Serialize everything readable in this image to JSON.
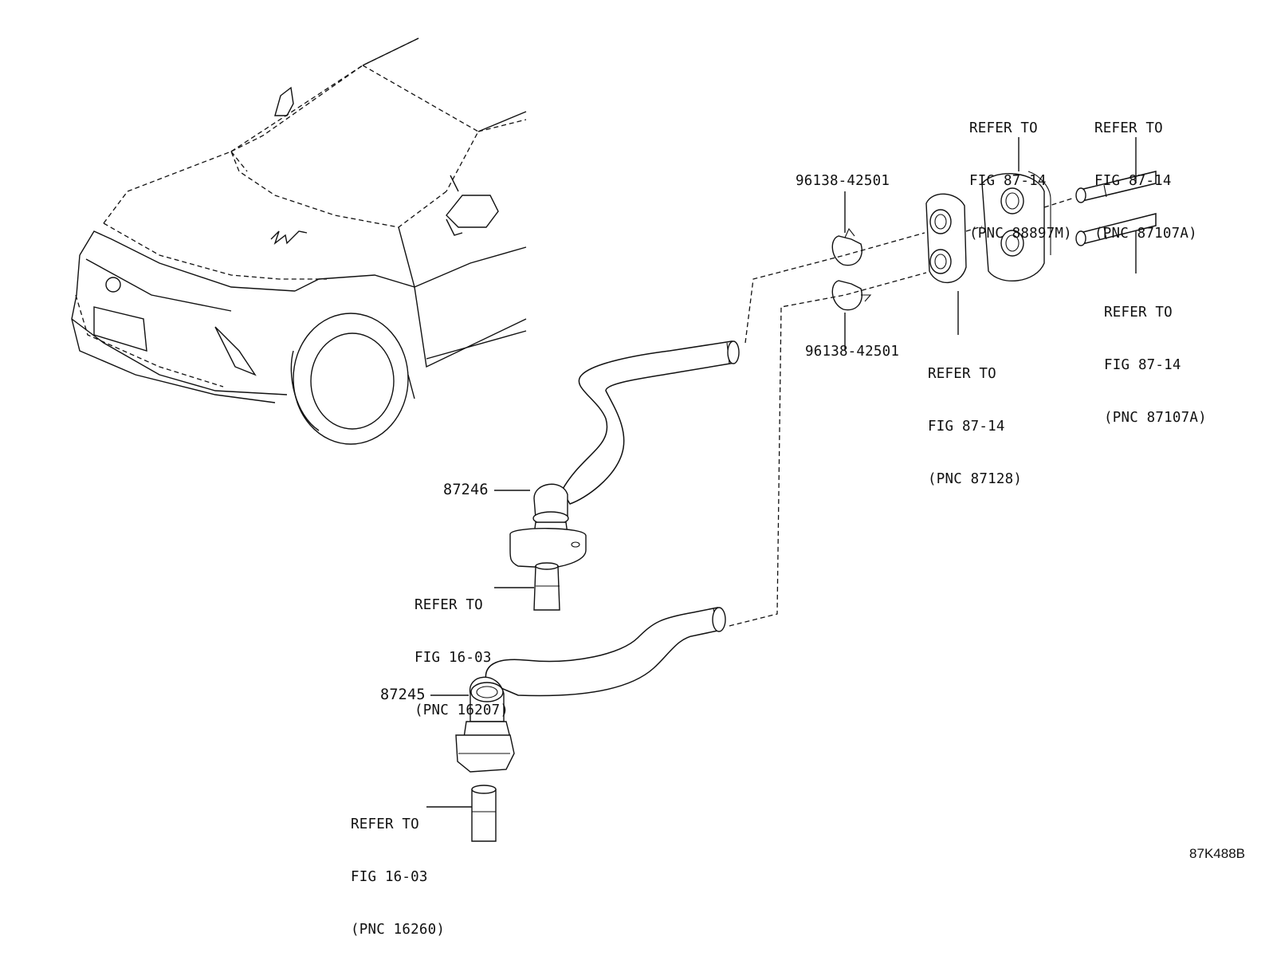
{
  "diagram": {
    "figure_code": "87K488B",
    "parts": {
      "hose_upper": {
        "part_number": "87246"
      },
      "hose_lower": {
        "part_number": "87245"
      },
      "clamp_upper": {
        "part_number": "96138-42501"
      },
      "clamp_lower": {
        "part_number": "96138-42501"
      }
    },
    "references": {
      "grommet_inner": {
        "line1": "REFER TO",
        "line2": "FIG 87-14",
        "line3": "(PNC 87128)"
      },
      "grommet_outer": {
        "line1": "REFER TO",
        "line2": "FIG 87-14",
        "line3": "(PNC 88897M)"
      },
      "pipe_upper": {
        "line1": "REFER TO",
        "line2": "FIG 87-14",
        "line3": "(PNC 87107A)"
      },
      "pipe_lower": {
        "line1": "REFER TO",
        "line2": "FIG 87-14",
        "line3": "(PNC 87107A)"
      },
      "engine_pipe_upper": {
        "line1": "REFER TO",
        "line2": "FIG 16-03",
        "line3": "(PNC 16207)"
      },
      "engine_pipe_lower": {
        "line1": "REFER TO",
        "line2": "FIG 16-03",
        "line3": "(PNC 16260)"
      }
    }
  }
}
